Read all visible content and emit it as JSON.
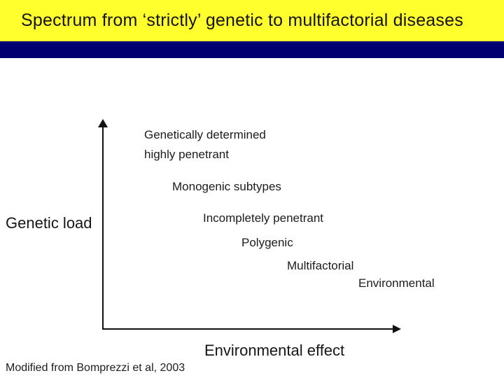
{
  "header": {
    "title": "Spectrum from ‘strictly’ genetic to multifactorial diseases"
  },
  "colors": {
    "banner_yellow": "#ffff2e",
    "divider_navy": "#000070",
    "text_dark": "#1a1a1a",
    "axis_black": "#111111"
  },
  "diagram": {
    "y_axis_label": "Genetic load",
    "x_axis_label": "Environmental effect",
    "cascade_labels": [
      "Genetically determined",
      "highly penetrant",
      "Monogenic subtypes",
      "Incompletely penetrant",
      "Polygenic",
      "Multifactorial",
      "Environmental"
    ]
  },
  "footer": {
    "attribution": "Modified from Bomprezzi et al, 2003"
  }
}
